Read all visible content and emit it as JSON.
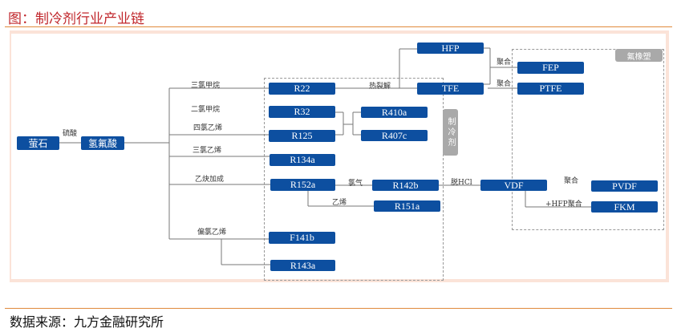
{
  "title": "图：制冷剂行业产业链",
  "source": "数据来源：九方金融研究所",
  "nodes": {
    "fluorite": "萤石",
    "hf": "氢氟酸",
    "r22": "R22",
    "r32": "R32",
    "r125": "R125",
    "r134a": "R134a",
    "r152a": "R152a",
    "f141b": "F141b",
    "r143a": "R143a",
    "hfp": "HFP",
    "tfe": "TFE",
    "r410a": "R410a",
    "r407c": "R407c",
    "r142b": "R142b",
    "r151a": "R151a",
    "vdf": "VDF",
    "fep": "FEP",
    "ptfe": "PTFE",
    "pvdf": "PVDF",
    "fkm": "FKM"
  },
  "groups": {
    "refrigerant": "制冷剂",
    "fluoro": "氟橡塑"
  },
  "edges": {
    "sulfuric": "硫酸",
    "chloroform": "三氯甲烷",
    "dcm": "二氯甲烷",
    "pce": "四氯乙烯",
    "tce": "三氯乙烯",
    "acetylene": "乙炔加成",
    "vdc": "偏氯乙烯",
    "pyrolysis": "热裂解",
    "chlorine": "氯气",
    "ethylene": "乙烯",
    "dehcl": "脱HCl",
    "poly1": "聚合",
    "poly2": "聚合",
    "poly3": "聚合",
    "hfppoly": "+HFP聚合"
  }
}
